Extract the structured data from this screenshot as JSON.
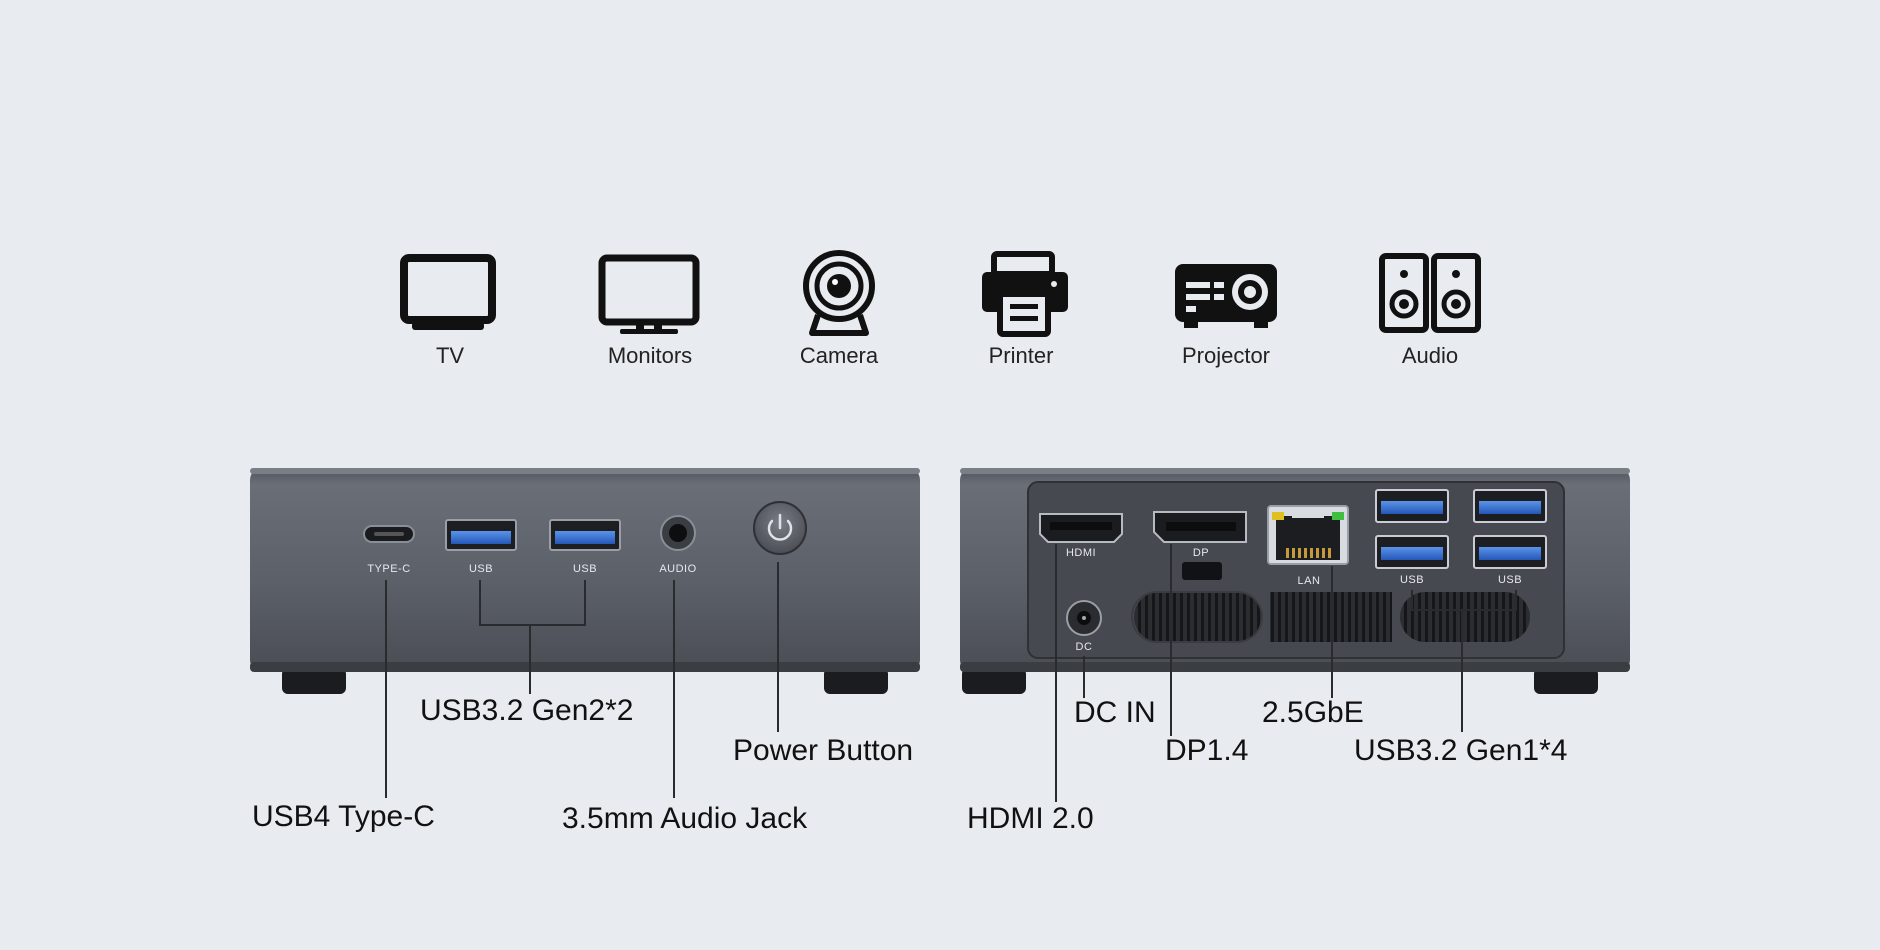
{
  "devices": [
    {
      "label": "TV",
      "icon": "tv-icon"
    },
    {
      "label": "Monitors",
      "icon": "monitor-icon"
    },
    {
      "label": "Camera",
      "icon": "webcam-icon"
    },
    {
      "label": "Printer",
      "icon": "printer-icon"
    },
    {
      "label": "Projector",
      "icon": "projector-icon"
    },
    {
      "label": "Audio",
      "icon": "speakers-icon"
    }
  ],
  "front_ports": {
    "typec": "TYPE-C",
    "usb1": "USB",
    "usb2": "USB",
    "audio": "AUDIO"
  },
  "rear_ports": {
    "hdmi": "HDMI",
    "dp": "DP",
    "lan": "LAN",
    "usb1": "USB",
    "usb2": "USB",
    "dc": "DC"
  },
  "callouts": {
    "usb4": "USB4 Type-C",
    "usb32_gen2": "USB3.2 Gen2*2",
    "audio_jack": "3.5mm Audio Jack",
    "power": "Power Button",
    "hdmi": "HDMI 2.0",
    "dc_in": "DC IN",
    "dp": "DP1.4",
    "lan": "2.5GbE",
    "usb32_gen1": "USB3.2 Gen1*4"
  },
  "colors": {
    "background": "#e8ebf0",
    "chassis": "#5b5f66",
    "usb_blue": "#2f6fd0",
    "lan_led_green": "#3fbf3f",
    "lan_led_yellow": "#e0c020"
  }
}
